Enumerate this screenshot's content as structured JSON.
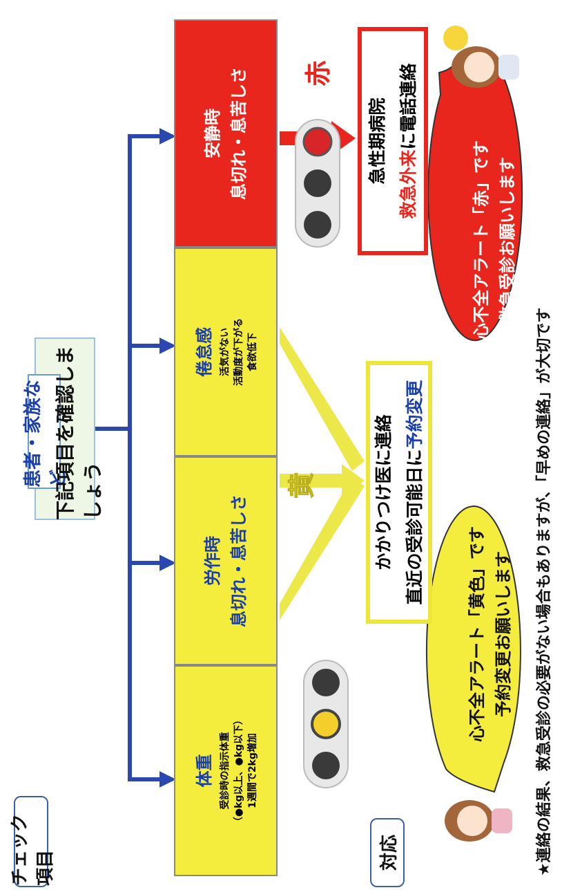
{
  "header": {
    "who": "患者・家族など",
    "instruction": "下記項目を確認しましょう"
  },
  "side_labels": {
    "check": "チェック項目",
    "response": "対応"
  },
  "check_items": [
    {
      "title": "体重",
      "lines": [
        "受診時の指示体重",
        "（●kg以上、●kg以下）",
        "1週間で2kg増加"
      ]
    },
    {
      "title": "労作時",
      "lines": [
        "息切れ・息苦しさ"
      ]
    },
    {
      "title": "倦怠感",
      "lines": [
        "活気がない",
        "活動度が下がる",
        "食欲低下"
      ]
    },
    {
      "title": "安静時",
      "lines": [
        "息切れ・息苦しさ"
      ]
    }
  ],
  "signals": {
    "yellow_label": "黄",
    "red_label": "赤"
  },
  "responses": {
    "yellow": {
      "line1": "かかりつけ医に連絡",
      "line2_prefix": "直近の受診可能日に",
      "line2_highlight": "予約変更"
    },
    "red": {
      "line1": "急性期病院",
      "line2_highlight": "救急外来",
      "line2_suffix": "に電話連絡"
    }
  },
  "bubbles": {
    "yellow": {
      "line1": "心不全アラート「黄色」です",
      "line2": "予約変更お願いします"
    },
    "red": {
      "line1": "心不全アラート「赤」です",
      "line2": "救急受診お願いします"
    }
  },
  "footnote": "★連絡の結果、救急受診の必要がない場合もありますが、「早めの連絡」が大切です",
  "colors": {
    "yellow": "#f5ed3d",
    "red": "#e8261e",
    "blue": "#1a3fa8",
    "yellow_arrow": "#ece84a"
  }
}
